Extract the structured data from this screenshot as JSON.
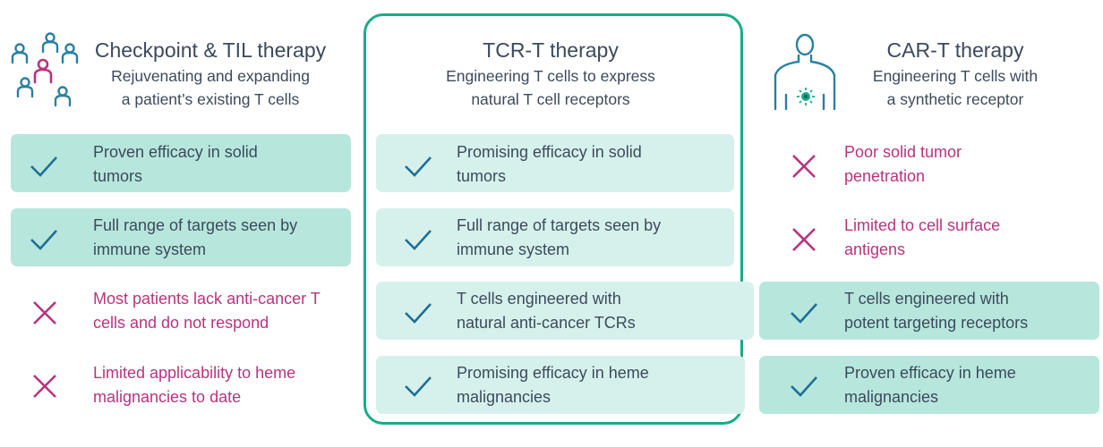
{
  "colors": {
    "positive_text": "#3c4a5c",
    "negative_text": "#b8347f",
    "check": "#1e6f96",
    "cross": "#b8347f",
    "frame": "#1aab8a",
    "row_dark": "#b7e6dd",
    "row_light": "#d6f1ec"
  },
  "columns": [
    {
      "title": "Checkpoint & TIL therapy",
      "subtitle": "Rejuvenating and expanding\na patient’s existing T cells",
      "icon": "people-group-icon",
      "rows": [
        {
          "text": "Proven efficacy in solid\ntumors",
          "status": "check"
        },
        {
          "text": "Full range of targets seen by\nimmune system",
          "status": "check"
        },
        {
          "text": "Most patients lack anti-cancer T\ncells and do not respond",
          "status": "cross"
        },
        {
          "text": "Limited applicability to heme\nmalignancies to date",
          "status": "cross"
        }
      ]
    },
    {
      "title": "TCR-T therapy",
      "subtitle": "Engineering T cells to express\nnatural T cell receptors",
      "icon": "",
      "rows": [
        {
          "text": "Promising efficacy in solid\ntumors",
          "status": "check"
        },
        {
          "text": "Full range of targets seen by\nimmune system",
          "status": "check"
        },
        {
          "text": "T cells engineered with\nnatural anti-cancer TCRs",
          "status": "check"
        },
        {
          "text": "Promising efficacy in heme\nmalignancies",
          "status": "check"
        }
      ]
    },
    {
      "title": "CAR-T therapy",
      "subtitle": "Engineering T cells with\na synthetic receptor",
      "icon": "human-body-icon",
      "rows": [
        {
          "text": "Poor solid tumor\npenetration",
          "status": "cross"
        },
        {
          "text": "Limited to cell surface\nantigens",
          "status": "cross"
        },
        {
          "text": "T cells engineered with\npotent targeting receptors",
          "status": "check"
        },
        {
          "text": "Proven efficacy in heme\nmalignancies",
          "status": "check"
        }
      ]
    }
  ]
}
